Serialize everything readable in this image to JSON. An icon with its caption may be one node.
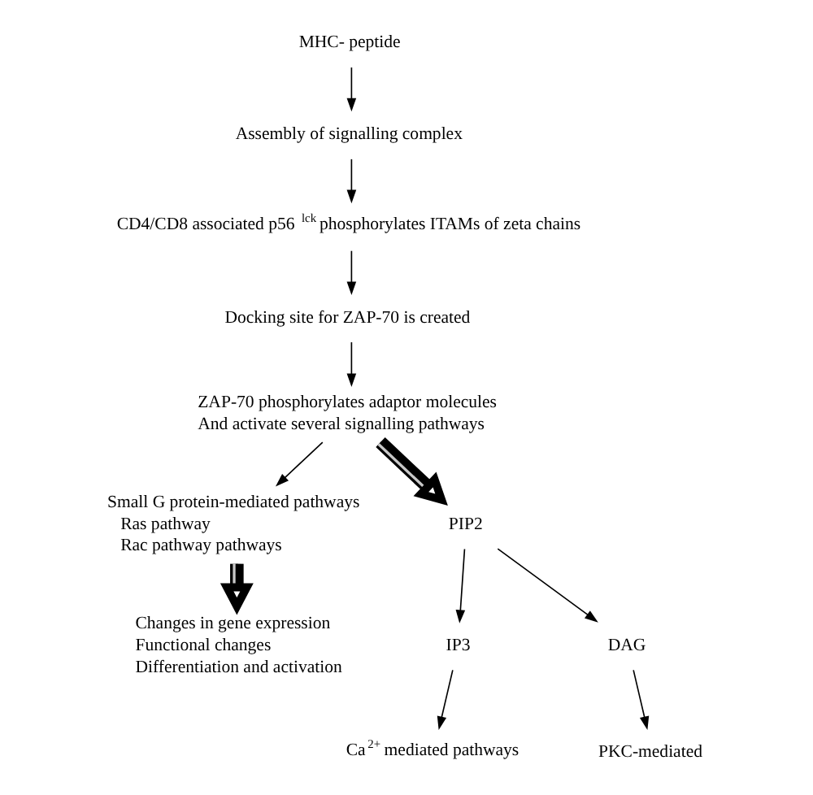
{
  "diagram": {
    "nodes": [
      {
        "text": [
          "MHC- peptide"
        ]
      },
      {
        "text": [
          "Assembly of signalling complex"
        ]
      },
      {
        "text": [
          "CD4/CD8 associated p56$^{lck}$ phosphorylates ITAMs of zeta chains"
        ]
      },
      {
        "text": [
          "Docking site for ZAP-70 is created"
        ]
      },
      {
        "text": [
          "ZAP-70 phosphorylates adaptor molecules",
          "And activate several signalling pathways"
        ]
      },
      {
        "text": [
          "Small G protein-mediated pathways",
          "Ras pathway",
          "Rac pathway pathways"
        ]
      },
      {
        "text": [
          "Changes in gene expression",
          "Functional changes",
          "Differentiation and activation"
        ]
      },
      {
        "text": [
          "PIP2"
        ]
      },
      {
        "text": [
          "IP3"
        ]
      },
      {
        "text": [
          "Ca$^{2+}$ mediated pathways"
        ]
      },
      {
        "text": [
          "DAG"
        ]
      },
      {
        "text": [
          "PKC-mediated"
        ]
      }
    ],
    "edges": [
      {
        "from": 0,
        "to": 1,
        "arrow": "to"
      },
      {
        "from": 1,
        "to": 2,
        "arrow": "to"
      },
      {
        "from": 2,
        "to": 3,
        "arrow": "to"
      },
      {
        "from": 3,
        "to": 4,
        "arrow": "to"
      },
      {
        "from": 4,
        "to": 5,
        "arrow": "to"
      },
      {
        "from": 4,
        "to": 7,
        "arrow": "to",
        "style": "thick"
      },
      {
        "from": 5,
        "to": 6,
        "arrow": "to",
        "style": "thick"
      },
      {
        "from": 7,
        "to": 8,
        "arrow": "to"
      },
      {
        "from": 8,
        "to": 9,
        "arrow": "to"
      },
      {
        "from": 7,
        "to": 10,
        "arrow": "to"
      },
      {
        "from": 10,
        "to": 11,
        "arrow": "to"
      }
    ]
  }
}
